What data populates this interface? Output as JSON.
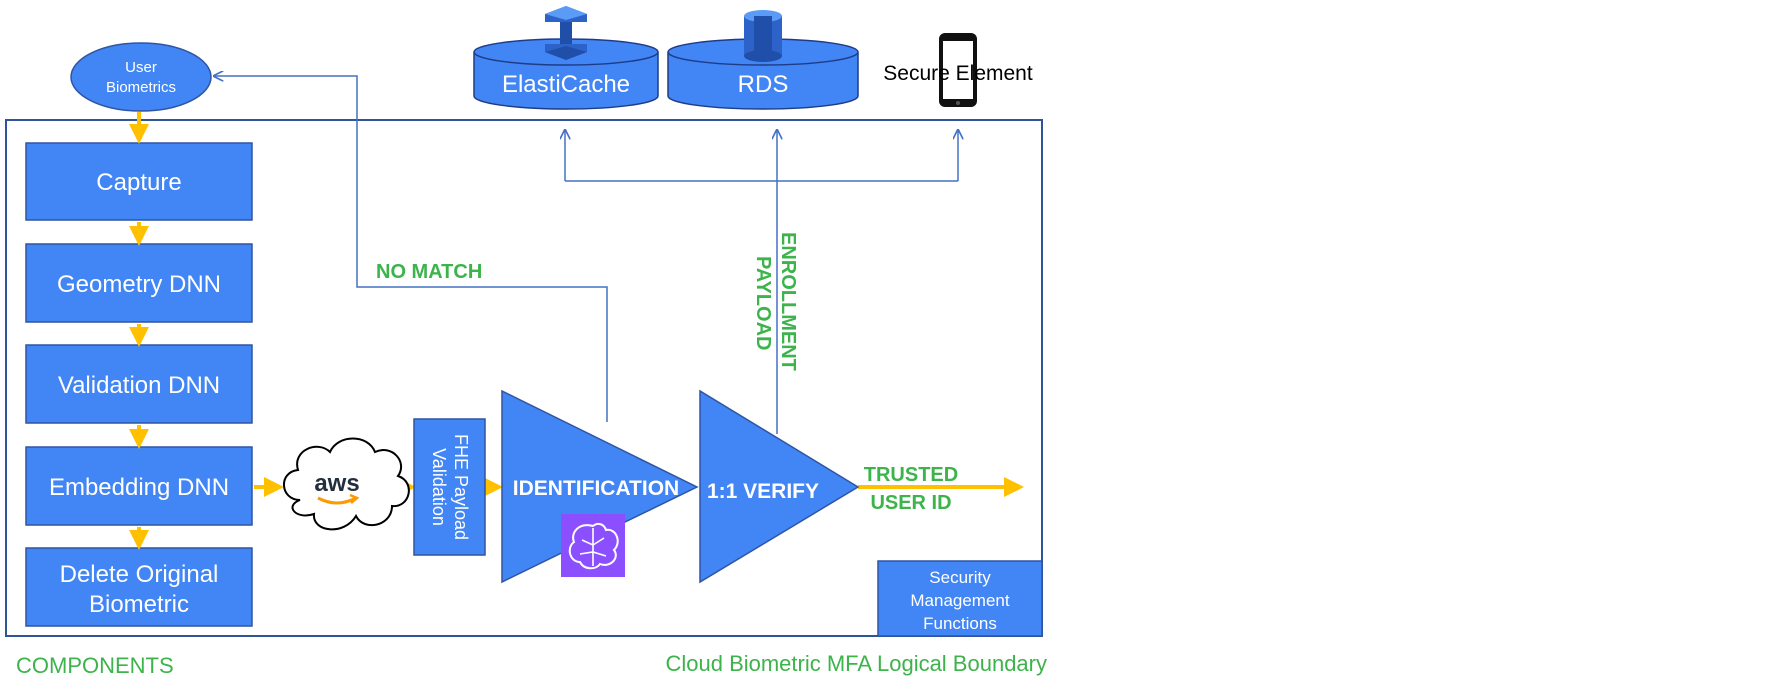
{
  "colors": {
    "box_fill": "#4285f4",
    "box_stroke": "#2f55a4",
    "boundary_stroke": "#2f5597",
    "line_blue": "#4472c4",
    "arrow_orange": "#ffc000",
    "green_text": "#3cb44b",
    "ml_icon_fill": "#8c4fff",
    "storage_fill": "#4285f4"
  },
  "user_biometrics": {
    "line1": "User",
    "line2": "Biometrics"
  },
  "storage": {
    "elasticache": {
      "label": "ElastiCache",
      "icon": "elasticache-icon"
    },
    "rds": {
      "label": "RDS",
      "icon": "rds-database-icon"
    },
    "secure_element": {
      "label": "Secure Element",
      "icon": "smartphone-icon"
    }
  },
  "pipeline": {
    "capture": "Capture",
    "geometry": "Geometry DNN",
    "validation": "Validation DNN",
    "embedding": "Embedding DNN",
    "delete_line1": "Delete Original",
    "delete_line2": "Biometric"
  },
  "aws": {
    "label": "aws",
    "icon": "aws-cloud-icon"
  },
  "fhe": {
    "line1": "FHE Payload",
    "line2": "Validation"
  },
  "identification": {
    "label": "IDENTIFICATION",
    "icon": "brain-ml-icon"
  },
  "verify": {
    "label": "1:1 VERIFY"
  },
  "labels": {
    "no_match": "NO MATCH",
    "enrollment": "ENROLLMENT",
    "payload": "PAYLOAD",
    "trusted": "TRUSTED",
    "user_id": "USER ID"
  },
  "security": {
    "line1": "Security",
    "line2": "Management",
    "line3": "Functions"
  },
  "footer": {
    "components": "COMPONENTS",
    "boundary": "Cloud Biometric MFA Logical Boundary"
  }
}
